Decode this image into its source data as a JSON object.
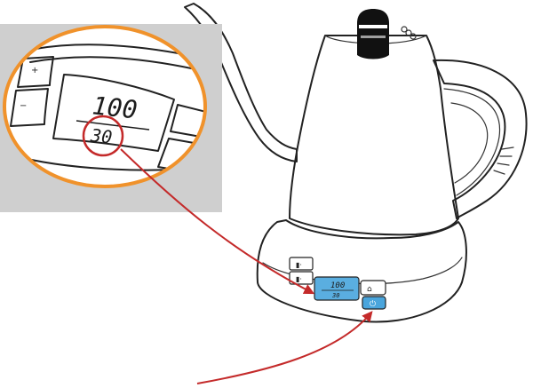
{
  "zoom_display": {
    "top_value": "100",
    "bottom_value": "30",
    "plus_symbol": "+",
    "minus_symbol": "−"
  },
  "base_display": {
    "top_value": "100",
    "bottom_value": "30"
  },
  "colors": {
    "display_blue": "#5aaee0",
    "zoom_ring": "#f0922b",
    "highlight_red": "#c42a2a",
    "inset_background": "#cfcfcf",
    "power_button": "#4aa5dc"
  },
  "icons": [
    "kettle-illustration",
    "plus-icon",
    "minus-icon",
    "power-icon",
    "hold-warm-icon",
    "preset-icon"
  ]
}
